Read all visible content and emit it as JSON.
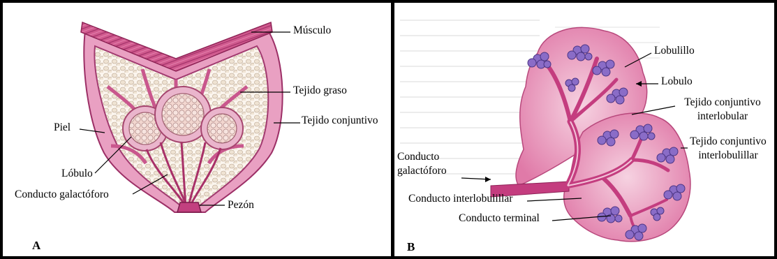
{
  "panel_a": {
    "letter": "A",
    "labels": {
      "musculo": "Músculo",
      "tejido_graso": "Tejido graso",
      "tejido_conjuntivo": "Tejido conjuntivo",
      "piel": "Piel",
      "lobulo": "Lóbulo",
      "conducto_galactoforo": "Conducto galactóforo",
      "pezon": "Pezón"
    }
  },
  "panel_b": {
    "letter": "B",
    "labels": {
      "lobulillo": "Lobulillo",
      "lobulo": "Lobulo",
      "tcj_interlobular_1": "Tejido conjuntivo",
      "tcj_interlobular_2": "interlobular",
      "tcj_interlobulillar_1": "Tejido conjuntivo",
      "tcj_interlobulillar_2": "interlobulillar",
      "conducto_1": "Conducto",
      "conducto_2": "galactóforo",
      "conducto_interlobulillar": "Conducto interlobulillar",
      "conducto_terminal": "Conducto terminal"
    }
  },
  "colors": {
    "tissue_pink": "#e58ab4",
    "tissue_dark": "#b03a74",
    "duct": "#c43d7f",
    "inner_pink": "#f3c5da",
    "acini_purple": "#8a6cc7",
    "fat": "#f4eadf"
  }
}
